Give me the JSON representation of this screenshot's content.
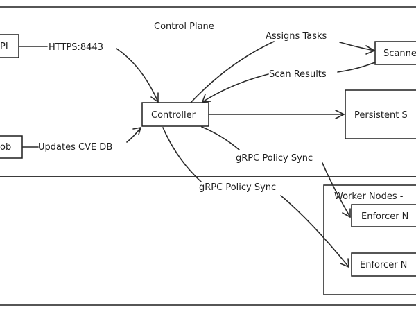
{
  "colors": {
    "controller_fill": "#f27cf2",
    "scanner_fill": "#fff47a",
    "enforcer_fill": "#c9c8f5",
    "white": "#ffffff",
    "stroke": "#1e1e1e"
  },
  "regions": {
    "control_plane": "Control Plane",
    "worker_nodes": "Worker Nodes - "
  },
  "nodes": {
    "api": "PI",
    "job": "ob",
    "controller": "Controller",
    "scanner": "Scanne",
    "persistent": "Persistent S",
    "enforcer_1": "Enforcer N",
    "enforcer_2": "Enforcer N"
  },
  "edges": {
    "https": "HTTPS:8443",
    "updates_cve": "Updates CVE DB",
    "assigns_tasks": "Assigns Tasks",
    "scan_results": "Scan Results",
    "grpc_1": "gRPC Policy Sync",
    "grpc_2": "gRPC Policy Sync"
  }
}
